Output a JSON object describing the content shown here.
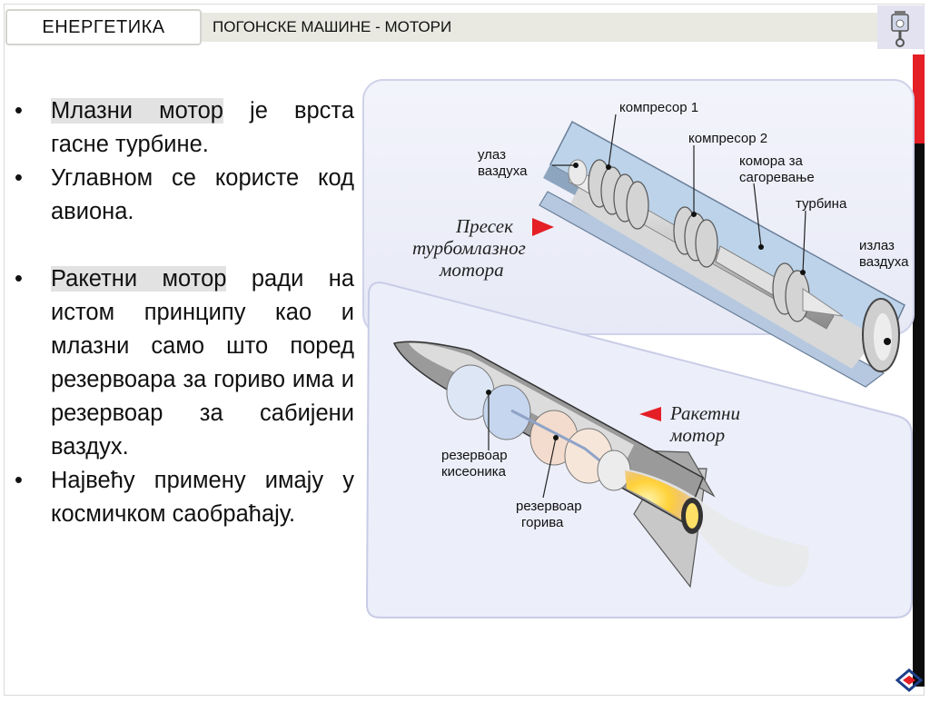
{
  "header": {
    "section_tab": "ЕНЕРГЕТИКА",
    "lesson_title": "ПОГОНСКЕ МАШИНЕ - МОТОРИ",
    "corner_icon": "piston-engine-icon",
    "nav_icon": "navigation-logo-icon"
  },
  "bullets": [
    {
      "highlight": "Млазни мотор",
      "text": " је врста гасне турбине."
    },
    {
      "highlight": "",
      "text": "Углавном се користе код авиона."
    },
    {
      "highlight": "Ракетни мотор",
      "text": " ради на истом принципу као и млазни само што поред резервоара за гориво има и резервоар за сабијени ваздух."
    },
    {
      "highlight": "",
      "text": "Највећу примену имају у космичком саобраћају."
    }
  ],
  "diagram": {
    "turbojet_title_line1": "Пресек",
    "turbojet_title_line2": "турбомлазног",
    "turbojet_title_line3": "мотора",
    "label_compressor1": "компресор 1",
    "label_compressor2": "компресор 2",
    "label_air_inlet_line1": "улаз",
    "label_air_inlet_line2": "ваздуха",
    "label_combustion_line1": "комора за",
    "label_combustion_line2": "сагоревање",
    "label_turbine": "турбина",
    "label_exhaust_line1": "излаз",
    "label_exhaust_line2": "ваздуха",
    "rocket_title_line1": "Ракетни",
    "rocket_title_line2": "мотор",
    "label_oxygen_tank_line1": "резервоар",
    "label_oxygen_tank_line2": "кисеоника",
    "label_fuel_tank_line1": "резервоар",
    "label_fuel_tank_line2": "горива"
  },
  "colors": {
    "accent_red": "#e41f25",
    "panel_fill": "#eef0f9",
    "panel_border": "#c9cce6"
  }
}
